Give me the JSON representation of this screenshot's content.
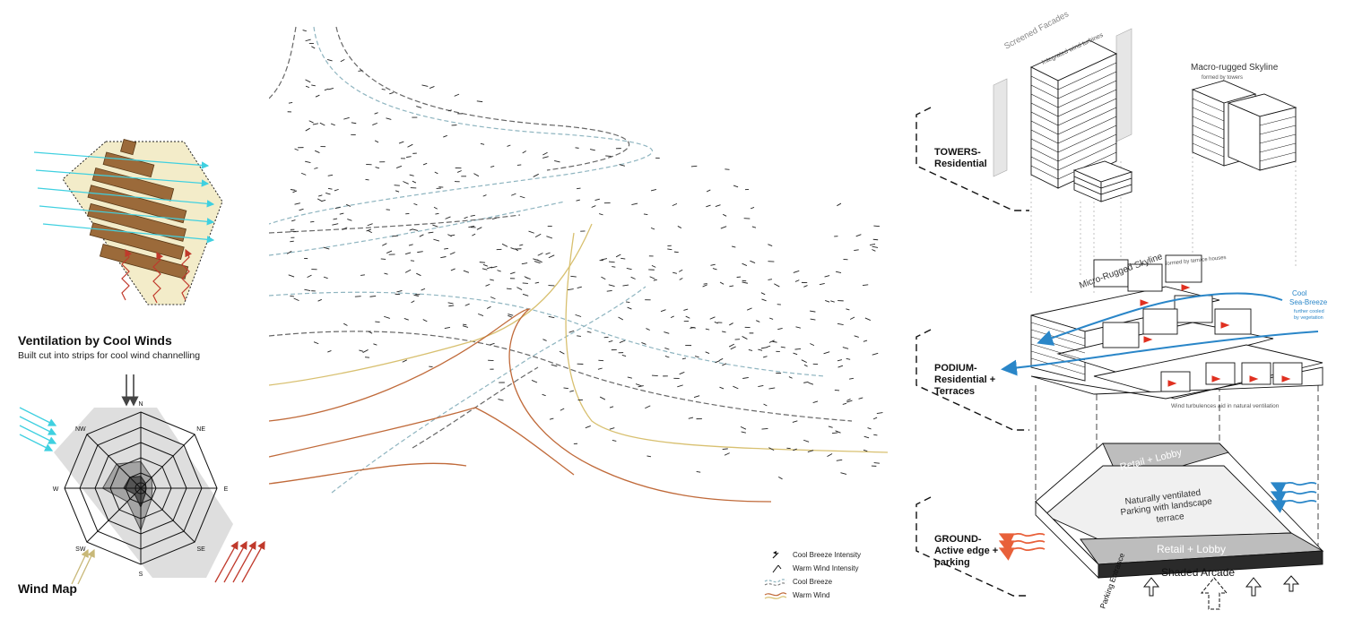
{
  "ventilation": {
    "title": "Ventilation by Cool Winds",
    "subtitle": "Built cut into strips for cool wind channelling"
  },
  "wind_map": {
    "title": "Wind Map",
    "directions": [
      "N",
      "NE",
      "E",
      "SE",
      "S",
      "SW",
      "W",
      "NW"
    ]
  },
  "legend": {
    "items": [
      {
        "label": "Cool Breeze Intensity",
        "icon": "cool-breeze-intensity-icon"
      },
      {
        "label": "Warm Wind Intensity",
        "icon": "warm-wind-intensity-icon"
      },
      {
        "label": "Cool Breeze",
        "icon": "cool-breeze-line-icon"
      },
      {
        "label": "Warm Wind",
        "icon": "warm-wind-line-icon"
      }
    ]
  },
  "sections": {
    "towers": "TOWERS-\nResidential",
    "podium": "PODIUM-\nResidential +\nTerraces",
    "ground": "GROUND-\nActive edge +\nparking"
  },
  "annotations": {
    "screened_facades": "Screened Facades",
    "integrated_turbines": "Integrated wind turbines",
    "macro_skyline": "Macro-rugged Skyline",
    "macro_skyline_sub": "formed by towers",
    "micro_skyline": "Micro-Rugged Skyline",
    "micro_skyline_sub": "formed by terrace houses",
    "cool": "Cool",
    "sea_breeze": "Sea-Breeze",
    "sea_breeze_note1": "further cooled",
    "sea_breeze_note2": "by vegetation",
    "turbulence": "Wind turbulences aid in natural ventilation",
    "retail_top": "Retail + Lobby",
    "parking_1": "Naturally ventilated",
    "parking_2": "Parking with landscape",
    "parking_3": "terrace",
    "retail_bottom": "Retail + Lobby",
    "arcade": "Shaded Arcade",
    "parking_entrance": "Parking Entrance"
  },
  "colors": {
    "cool_wind": "#3fd0e0",
    "warm_wind": "#c0392b",
    "sw_wind": "#c8b878",
    "brick": "#9b6a3a",
    "site": "#f3ecc9",
    "blue_arrow": "#2a86c8",
    "orange_arrow": "#e8603a"
  }
}
